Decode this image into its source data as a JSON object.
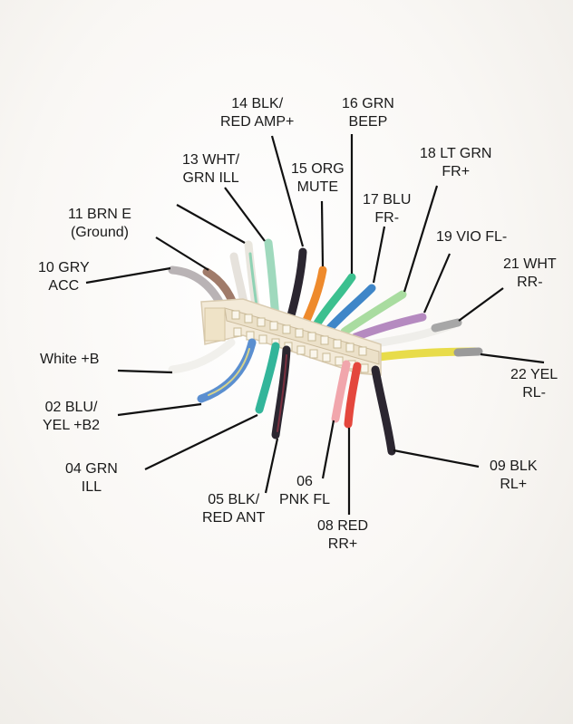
{
  "labels": {
    "pin14": {
      "line1": "14 BLK/",
      "line2": "RED AMP+"
    },
    "pin16": {
      "line1": "16 GRN",
      "line2": "BEEP"
    },
    "pin18": {
      "line1": "18 LT GRN",
      "line2": "FR+"
    },
    "pin13": {
      "line1": "13 WHT/",
      "line2": "GRN ILL"
    },
    "pin15": {
      "line1": "15 ORG",
      "line2": "MUTE"
    },
    "pin17": {
      "line1": "17 BLU",
      "line2": "FR-"
    },
    "pin11": {
      "line1": "11 BRN E",
      "line2": "(Ground)"
    },
    "pin19": {
      "line1": "19 VIO FL-"
    },
    "pin21": {
      "line1": "21 WHT",
      "line2": "RR-"
    },
    "pin10": {
      "line1": "10 GRY",
      "line2": "ACC"
    },
    "pinWhiteB": {
      "line1": "White +B"
    },
    "pin22": {
      "line1": "22 YEL",
      "line2": "RL-"
    },
    "pin02": {
      "line1": "02 BLU/",
      "line2": "YEL +B2"
    },
    "pin04": {
      "line1": "04 GRN",
      "line2": "ILL"
    },
    "pin09": {
      "line1": "09 BLK",
      "line2": "RL+"
    },
    "pin06": {
      "line1": "06",
      "line2": "PNK FL"
    },
    "pin05": {
      "line1": "05 BLK/",
      "line2": "RED ANT"
    },
    "pin08": {
      "line1": "08 RED",
      "line2": "RR+"
    }
  },
  "wire_colors": {
    "black": "#2b2630",
    "gray": "#b9b3b5",
    "brown": "#a07b6a",
    "white": "#efeeea",
    "green": "#3cc08f",
    "orange": "#ee8a2c",
    "blue": "#3f86c8",
    "light_green": "#a9dca0",
    "violet": "#b58ac0",
    "yellow": "#e8dc4a",
    "pink": "#f1a6ac",
    "red": "#e4473d",
    "teal": "#33b59a",
    "connector": "#f3ead8"
  }
}
